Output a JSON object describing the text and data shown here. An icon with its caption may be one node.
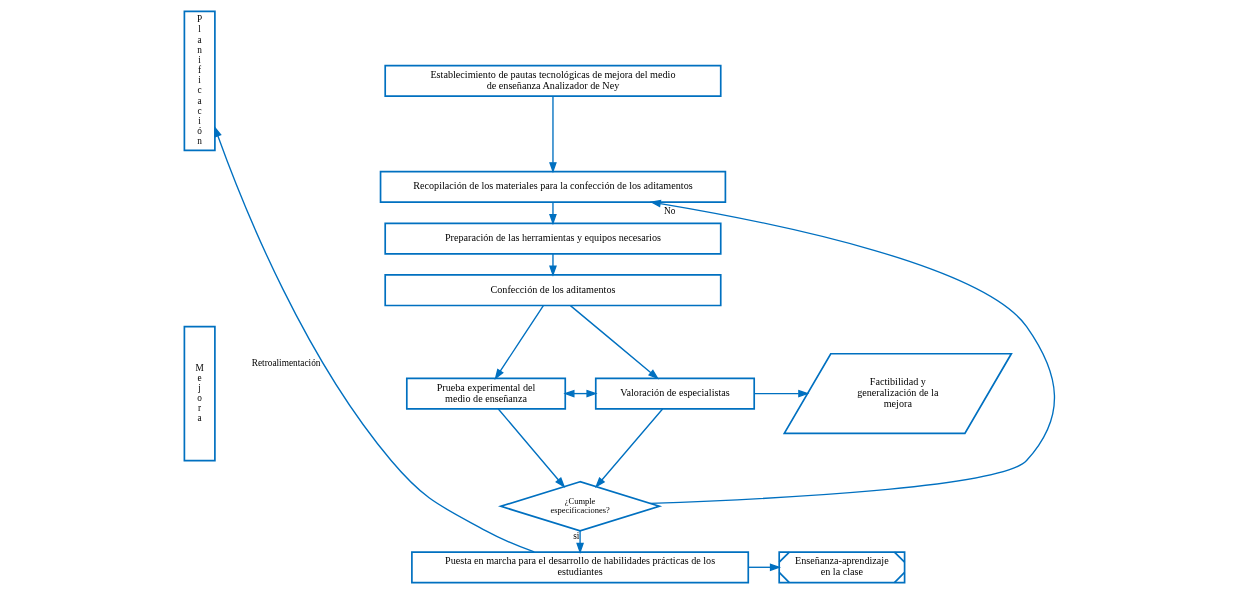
{
  "diagram": {
    "nodes": [
      {
        "text": [
          "Planificación"
        ]
      },
      {
        "text": [
          "Mejora"
        ]
      },
      {
        "text": [
          "Establecimiento de pautas tecnológicas de mejora del medio de enseñanza Analizador de Ney"
        ]
      },
      {
        "text": [
          "Recopilación de los materiales para la confección de los aditamentos"
        ]
      },
      {
        "text": [
          "Preparación de las herramientas y equipos necesarios"
        ]
      },
      {
        "text": [
          "Confección de los aditamentos"
        ]
      },
      {
        "text": [
          "Prueba experimental del medio de enseñanza"
        ]
      },
      {
        "text": [
          "Valoración de especialistas"
        ]
      },
      {
        "text": [
          "¿Cumple especificaciones?"
        ]
      },
      {
        "text": [
          "Puesta en marcha para el desarrollo de habilidades prácticas de los estudiantes"
        ]
      },
      {
        "text": [
          "Factibilidad y generalización de la mejora"
        ]
      },
      {
        "text": [
          "Enseñanza-aprendizaje en la clase"
        ]
      }
    ],
    "edges": [
      {
        "from": 2,
        "to": 3,
        "arrow": "to"
      },
      {
        "from": 3,
        "to": 4,
        "arrow": "to"
      },
      {
        "from": 4,
        "to": 5,
        "arrow": "to"
      },
      {
        "from": 5,
        "to": 6,
        "arrow": "to"
      },
      {
        "from": 5,
        "to": 7,
        "arrow": "to"
      },
      {
        "from": 6,
        "to": 7,
        "arrow": "both"
      },
      {
        "from": 6,
        "to": 8,
        "arrow": "to"
      },
      {
        "from": 7,
        "to": 8,
        "arrow": "to"
      },
      {
        "from": 8,
        "to": 3,
        "arrow": "to",
        "label": "No"
      },
      {
        "from": 7,
        "to": 10,
        "arrow": "to"
      },
      {
        "from": 8,
        "to": 9,
        "arrow": "to",
        "label": "si"
      },
      {
        "from": 9,
        "to": 11,
        "arrow": "to"
      },
      {
        "from": 9,
        "to": 0,
        "arrow": "to",
        "label": "Retroalimentación"
      }
    ]
  }
}
